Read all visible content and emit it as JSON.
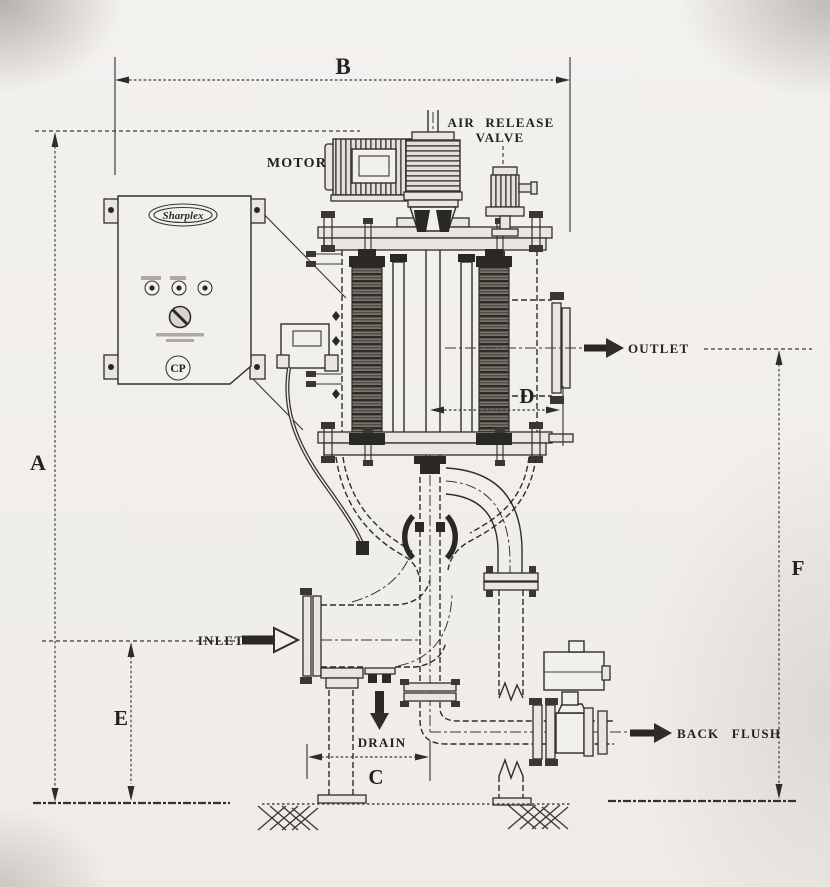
{
  "drawing": {
    "equipment_labels": {
      "motor": "MOTOR",
      "air_release_line1": "AIR RELEASE",
      "air_release_line2": "VALVE",
      "outlet": "OUTLET",
      "inlet": "INLET",
      "drain": "DRAIN",
      "back_flush": "BACK FLUSH"
    },
    "dimension_letters": {
      "a": "A",
      "b": "B",
      "c": "C",
      "d": "D",
      "e": "E",
      "f": "F"
    },
    "control_panel": {
      "brand": "Sharplex",
      "badge": "CP"
    },
    "colors": {
      "ink": "#2f2d2b",
      "paper": "#f2f0ed",
      "candle_dark": "#2e2a27",
      "candle_mid": "#7a746d"
    }
  }
}
